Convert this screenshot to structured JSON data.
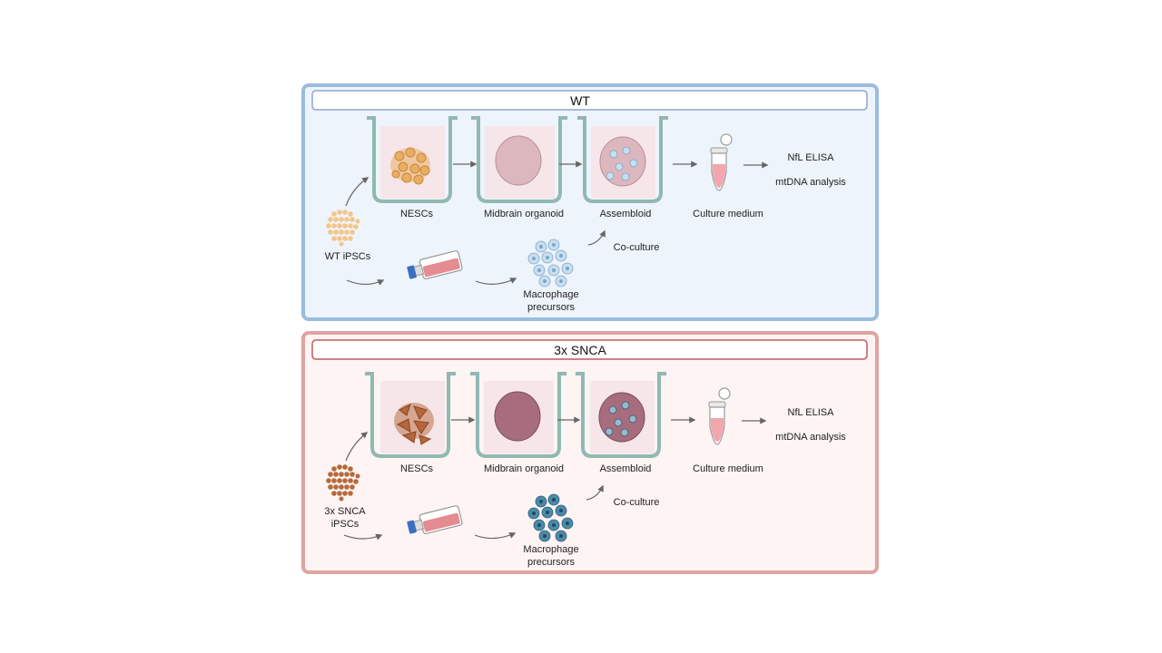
{
  "panels": [
    {
      "title": "WT",
      "variant": "wt",
      "colors": {
        "border": "#9bbcdd",
        "fill": "#eef4fb",
        "title_border": "#8fa6cf",
        "nesc": "#e9ae64",
        "nesc_dark": "#c98838",
        "ipsc": "#f4c58a",
        "organoid": "#dcb7bd",
        "macrophage": "#c8dff0",
        "macrophage_core": "#7fa5c8"
      },
      "labels": {
        "ipsc": "WT iPSCs",
        "nesc": "NESCs",
        "organoid": "Midbrain organoid",
        "assembloid": "Assembloid",
        "medium": "Culture medium",
        "coculture": "Co-culture",
        "macrophage_line1": "Macrophage",
        "macrophage_line2": "precursors",
        "nfl": "NfL ELISA",
        "mtdna": "mtDNA analysis"
      }
    },
    {
      "title": "3x SNCA",
      "variant": "snca",
      "colors": {
        "border": "#e0a3a3",
        "fill": "#fdf4f3",
        "title_border": "#c45a5a",
        "nesc": "#b5663a",
        "nesc_dark": "#8a4522",
        "ipsc": "#b66a3a",
        "organoid": "#a86d7c",
        "macrophage": "#4d8aa8",
        "macrophage_core": "#2c5f7a"
      },
      "labels": {
        "ipsc_line1": "3x SNCA",
        "ipsc_line2": "iPSCs",
        "nesc": "NESCs",
        "organoid": "Midbrain organoid",
        "assembloid": "Assembloid",
        "medium": "Culture medium",
        "coculture": "Co-culture",
        "macrophage_line1": "Macrophage",
        "macrophage_line2": "precursors",
        "nfl": "NfL ELISA",
        "mtdna": "mtDNA analysis"
      }
    }
  ]
}
